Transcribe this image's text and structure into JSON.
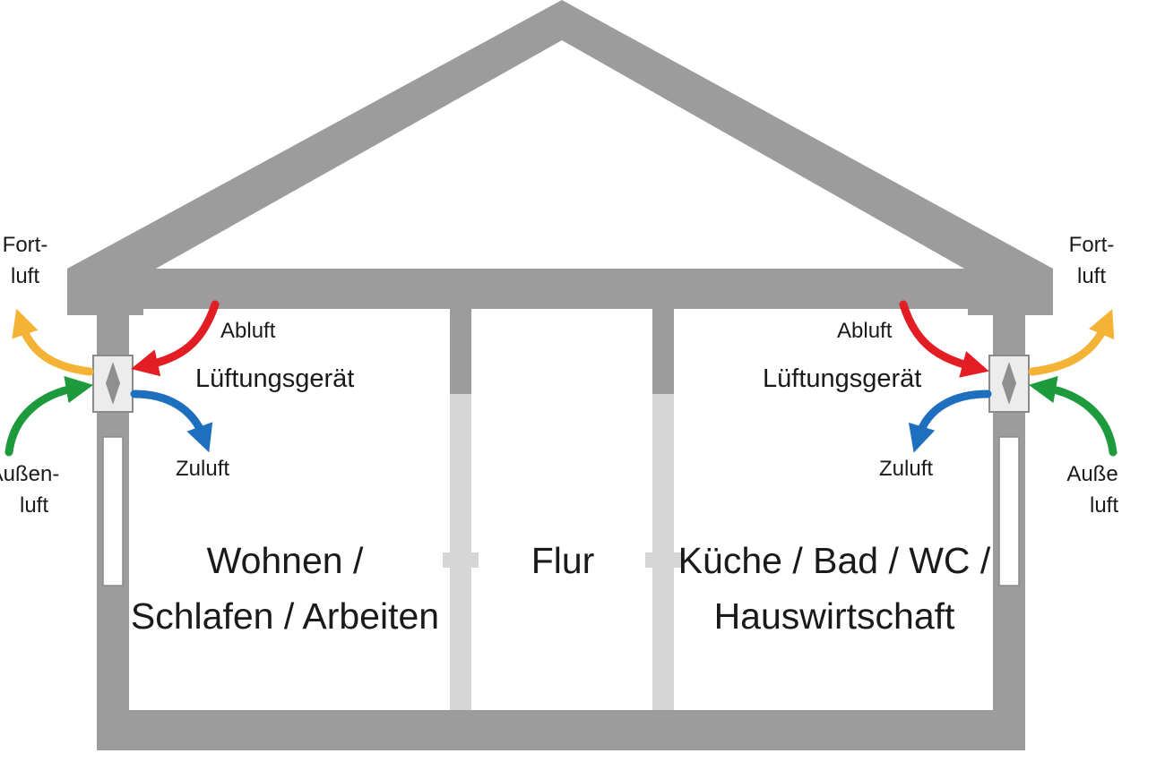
{
  "colors": {
    "structure": "#9c9c9c",
    "inner_wall_light": "#d6d6d6",
    "window": "#ffffff",
    "unit_fill": "#ececec",
    "abluft_arrow": "#e31d24",
    "zuluft_arrow": "#1e6fbe",
    "fortluft_arrow": "#f5b335",
    "aussenluft_arrow": "#1c9a3c"
  },
  "left": {
    "fortluft": [
      "Fort-",
      "luft"
    ],
    "abluft": "Abluft",
    "device": "Lüftungsgerät",
    "zuluft": "Zuluft",
    "aussenluft": [
      "Außen-",
      "luft"
    ]
  },
  "right": {
    "fortluft": [
      "Fort-",
      "luft"
    ],
    "abluft": "Abluft",
    "device": "Lüftungsgerät",
    "zuluft": "Zuluft",
    "aussenluft": [
      "Auße",
      "luft"
    ]
  },
  "rooms": {
    "left": [
      "Wohnen /",
      "Schlafen / Arbeiten"
    ],
    "middle": "Flur",
    "right": [
      "Küche / Bad / WC /",
      "Hauswirtschaft"
    ]
  }
}
